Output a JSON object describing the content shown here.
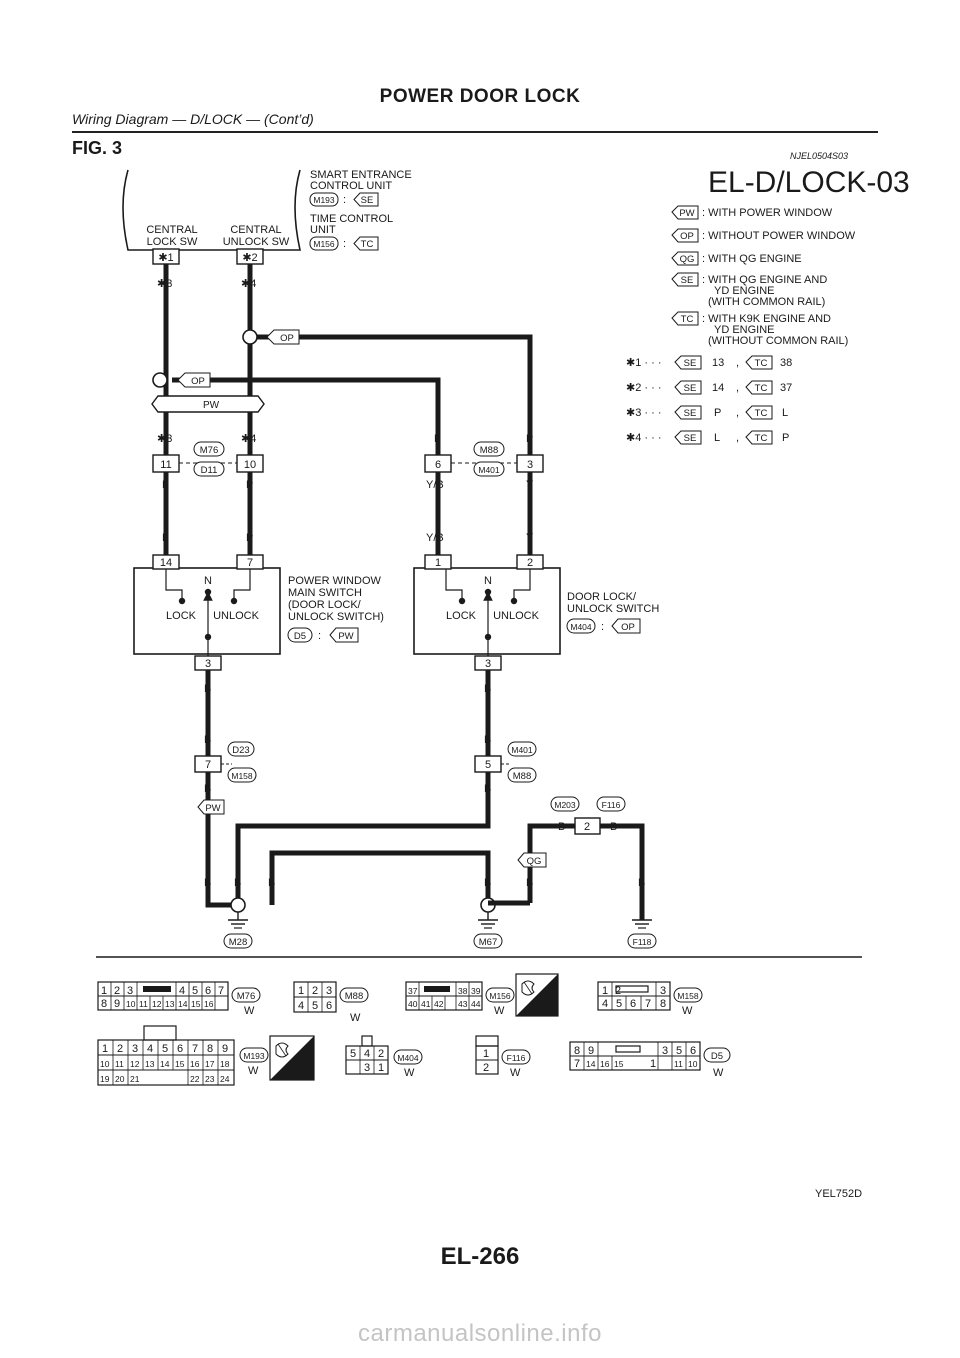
{
  "header": {
    "title": "POWER DOOR LOCK",
    "subtitle": "Wiring Diagram — D/LOCK — (Cont’d)"
  },
  "figure": {
    "label": "FIG. 3",
    "code": "NJEL0504S03",
    "diagram_id": "EL-D/LOCK-03",
    "reference": "YEL752D"
  },
  "page_number": "EL-266",
  "watermark": "carmanualsonline.info",
  "units": {
    "smart_entrance": "SMART ENTRANCE CONTROL UNIT",
    "time_control": "TIME CONTROL UNIT",
    "central_lock": "CENTRAL LOCK SW",
    "central_unlock": "CENTRAL UNLOCK SW",
    "pw_switch": "POWER WINDOW MAIN SWITCH (DOOR LOCK/ UNLOCK SWITCH)",
    "door_switch": "DOOR LOCK/ UNLOCK SWITCH",
    "lock": "LOCK",
    "unlock": "UNLOCK",
    "neutral": "N"
  },
  "legend": [
    {
      "code": "PW",
      "text": ": WITH POWER WINDOW"
    },
    {
      "code": "OP",
      "text": ": WITHOUT POWER WINDOW"
    },
    {
      "code": "QG",
      "text": ": WITH QG ENGINE"
    },
    {
      "code": "SE",
      "text": ": WITH QG ENGINE AND YD ENGINE (WITH COMMON RAIL)"
    },
    {
      "code": "TC",
      "text": ": WITH K9K ENGINE AND YD ENGINE (WITHOUT COMMON RAIL)"
    }
  ],
  "star_table": [
    {
      "key": "✱1",
      "se": "13",
      "tc": "38"
    },
    {
      "key": "✱2",
      "se": "14",
      "tc": "37"
    },
    {
      "key": "✱3",
      "se": "P",
      "tc": "L"
    },
    {
      "key": "✱4",
      "se": "L",
      "tc": "P"
    }
  ],
  "connectors": [
    "M193",
    "M156",
    "M76",
    "D11",
    "M88",
    "M401",
    "D5",
    "M404",
    "D23",
    "M158",
    "M203",
    "F116",
    "M28",
    "M67",
    "F118"
  ],
  "terminals": [
    "✱1",
    "✱2",
    "11",
    "10",
    "6",
    "3",
    "14",
    "7",
    "1",
    "2",
    "3",
    "3",
    "7",
    "5",
    "2"
  ],
  "wire_colors": [
    "L",
    "P",
    "Y/B",
    "Y",
    "B"
  ],
  "options": [
    "PW",
    "OP",
    "QG",
    "SE",
    "TC"
  ],
  "connector_views": [
    {
      "id": "M76",
      "color": "W"
    },
    {
      "id": "M88",
      "color": "W"
    },
    {
      "id": "M156",
      "color": "W",
      "hs": true
    },
    {
      "id": "M158",
      "color": "W"
    },
    {
      "id": "M193",
      "color": "W",
      "hs": true
    },
    {
      "id": "M404",
      "color": "W"
    },
    {
      "id": "F116",
      "color": "W"
    },
    {
      "id": "D5",
      "color": "W"
    }
  ],
  "hs_label": "H.S."
}
